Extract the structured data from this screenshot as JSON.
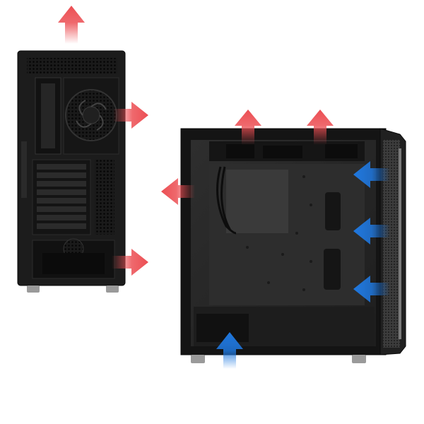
{
  "image": {
    "subject": "pc-case-airflow",
    "colors": {
      "background": "#ffffff",
      "case_body": "#1c1c1c",
      "case_dark": "#0e0e0e",
      "panel_interior": "#2a2a2a",
      "mesh": "#3a3a3a",
      "exhaust_arrow": "#ec4e53",
      "intake_arrow": "#1f78e0",
      "fan_frame": "#111111",
      "feet": "#9a9a9a"
    },
    "views": [
      {
        "name": "rear-view"
      },
      {
        "name": "side-view"
      }
    ],
    "airflow": {
      "exhaust_count": 6,
      "intake_count": 4
    }
  }
}
